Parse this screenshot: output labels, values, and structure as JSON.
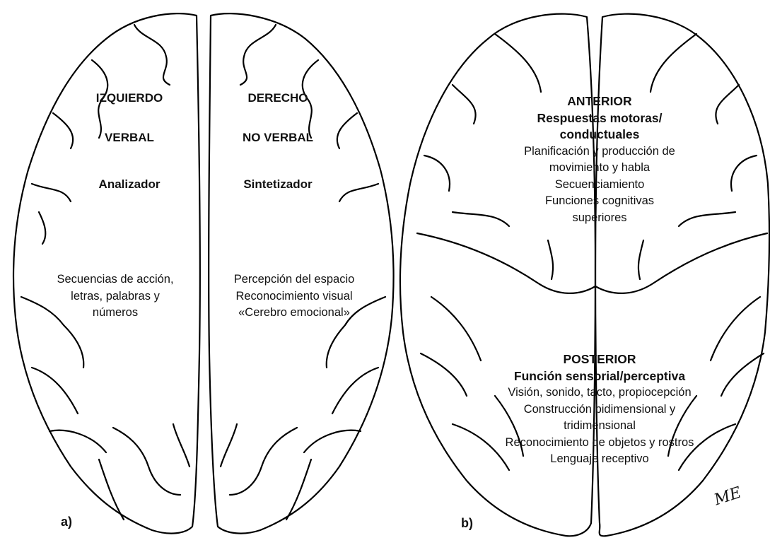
{
  "panel_a": {
    "label": "a)",
    "left": {
      "title": "IZQUIERDO",
      "type": "VERBAL",
      "role": "Analizador",
      "functions": [
        "Secuencias de acción,",
        "letras, palabras y",
        "números"
      ]
    },
    "right": {
      "title": "DERECHO",
      "type": "NO VERBAL",
      "role": "Sintetizador",
      "functions": [
        "Percepción del espacio",
        "Reconocimiento visual",
        "«Cerebro emocional»"
      ]
    }
  },
  "panel_b": {
    "label": "b)",
    "anterior": {
      "title": "ANTERIOR",
      "subtitle": [
        "Respuestas motoras/",
        "conductuales"
      ],
      "functions": [
        "Planificación y producción de",
        "movimiento y habla",
        "Secuenciamiento",
        "Funciones cognitivas",
        "superiores"
      ]
    },
    "posterior": {
      "title": "POSTERIOR",
      "subtitle": [
        "Función sensorial/perceptiva"
      ],
      "functions": [
        "Visión, sonido, tacto, propiocepción",
        "Construcción bidimensional y",
        "tridimensional",
        "Reconocimiento de objetos y rostros",
        "Lenguaje receptivo"
      ]
    }
  },
  "signature": "ME"
}
